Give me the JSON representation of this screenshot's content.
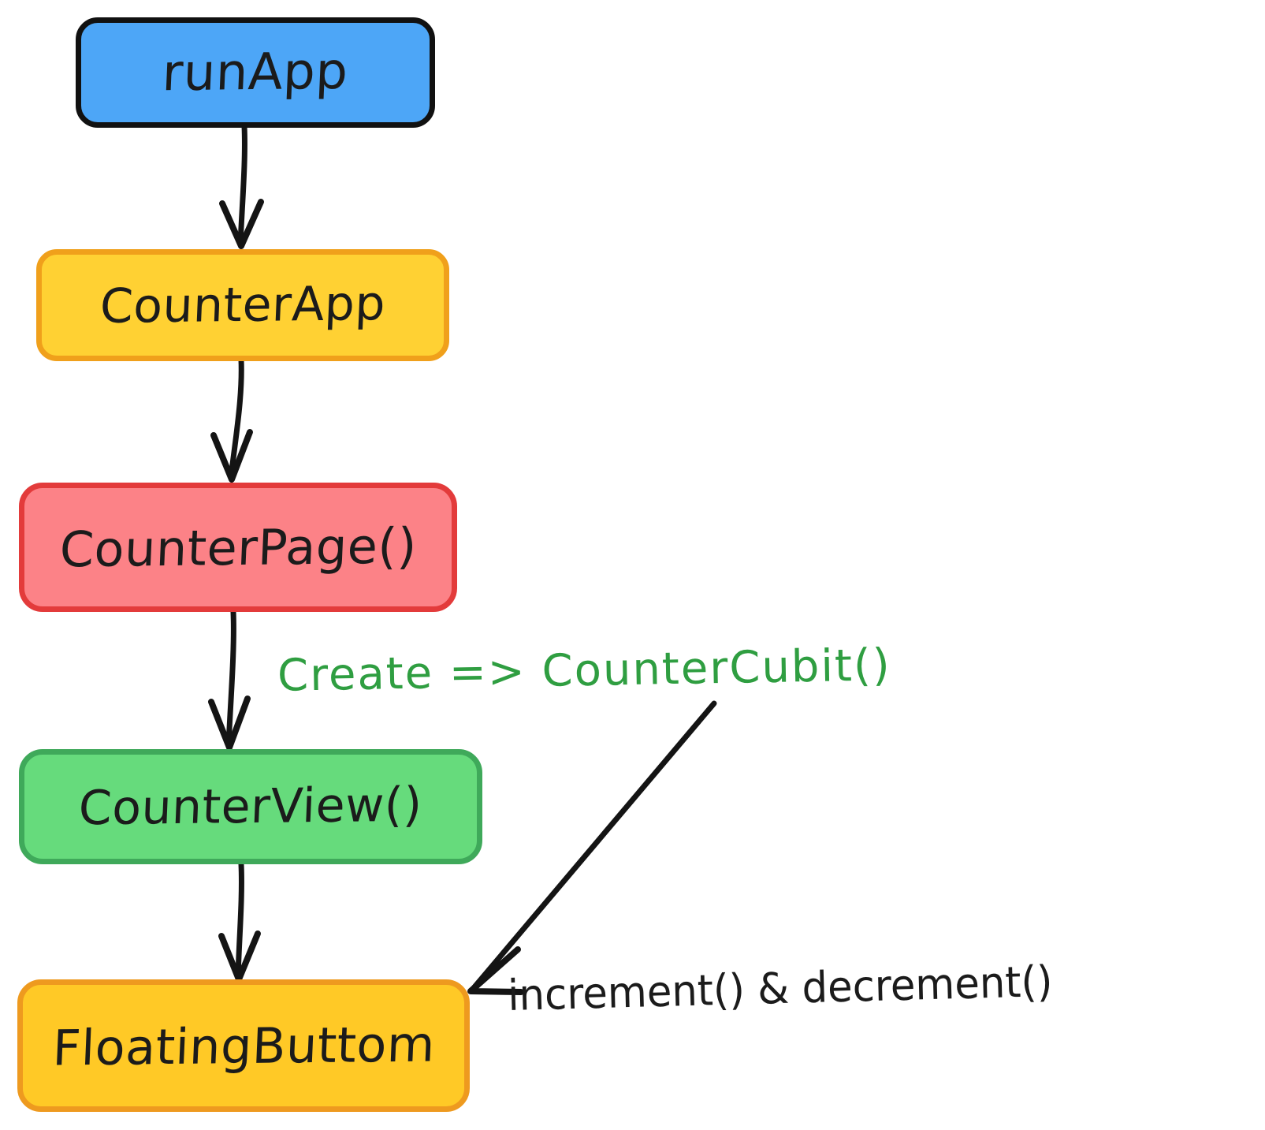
{
  "diagram": {
    "title": "Flutter Counter Cubit widget tree flow",
    "background_color": "#ffffff",
    "style": "hand-drawn"
  },
  "nodes": [
    {
      "id": "runApp",
      "label": "runApp",
      "fill": "#4DA6F7",
      "stroke": "#111111"
    },
    {
      "id": "CounterApp",
      "label": "CounterApp",
      "fill": "#FFD133",
      "stroke": "#F0A01B"
    },
    {
      "id": "CounterPage",
      "label": "CounterPage()",
      "fill": "#FC8287",
      "stroke": "#E33B3B"
    },
    {
      "id": "CounterView",
      "label": "CounterView()",
      "fill": "#66DB7C",
      "stroke": "#3FA95A"
    },
    {
      "id": "FloatingButtom",
      "label": "FloatingButtom",
      "fill": "#FFC926",
      "stroke": "#EE9A1F"
    }
  ],
  "edges": [
    {
      "id": "e1",
      "from": "runApp",
      "to": "CounterApp",
      "label": ""
    },
    {
      "id": "e2",
      "from": "CounterApp",
      "to": "CounterPage",
      "label": ""
    },
    {
      "id": "e3",
      "from": "CounterPage",
      "to": "CounterView",
      "label": ""
    },
    {
      "id": "e4",
      "from": "CounterView",
      "to": "FloatingButtom",
      "label": ""
    },
    {
      "id": "e5",
      "from": "CounterCubit",
      "to": "FloatingButtom",
      "label": "increment() & decrement()"
    }
  ],
  "labels": {
    "create_cubit": "Create => CounterCubit()",
    "create_cubit_color": "#2F9E41",
    "increment_decrement": "increment() & decrement()",
    "increment_decrement_color": "#1b1b1b"
  }
}
